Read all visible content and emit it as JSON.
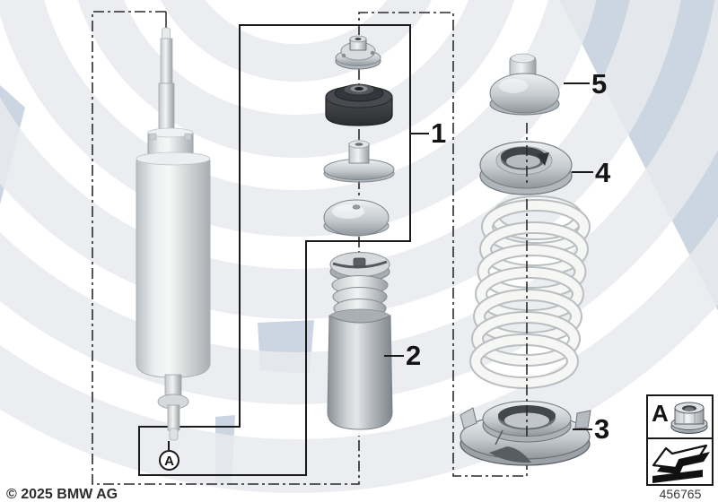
{
  "callouts": {
    "c1": "1",
    "c2": "2",
    "c3": "3",
    "c4": "4",
    "c5": "5",
    "ca": "A"
  },
  "legend": {
    "marker": "A"
  },
  "footer": {
    "copyright": "© 2025 BMW AG",
    "doc_number": "456765"
  },
  "colors": {
    "accent_blue": "#ccd6e2",
    "watermark_gray": "#ebedef",
    "line": "#1a1a1a",
    "metal_light": "#eef0f1",
    "metal_mid": "#b7bdc2",
    "bearing_dark": "#2b2d2f",
    "spring_white": "#f6f6f4"
  }
}
